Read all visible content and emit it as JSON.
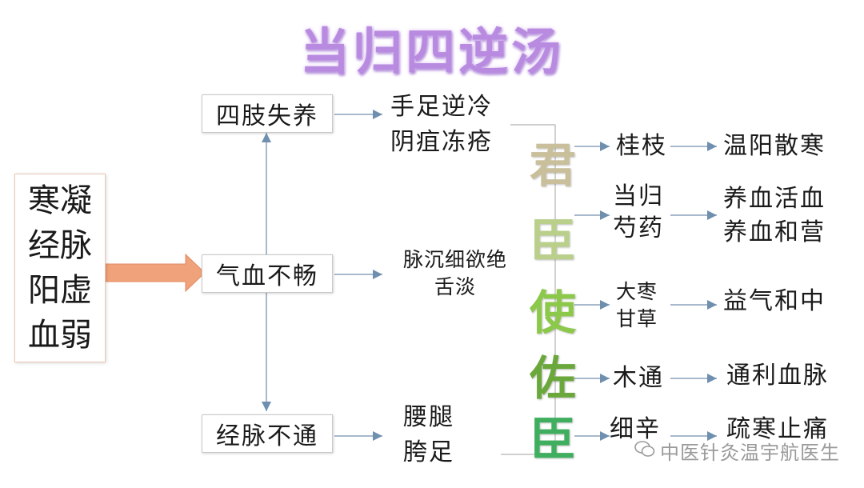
{
  "title": "当归四逆汤",
  "cause": [
    "寒凝",
    "经脉",
    "阳虚",
    "血弱"
  ],
  "mechanisms": {
    "top": "四肢失养",
    "middle": "气血不畅",
    "bottom": "经脉不通"
  },
  "symptoms": {
    "top": [
      "手足逆冷",
      "阴疽冻疮"
    ],
    "middle": [
      "脉沉细欲绝",
      "舌淡"
    ],
    "bottom": [
      "腰腿",
      "胯足"
    ]
  },
  "roles": [
    "君",
    "臣",
    "使",
    "佐",
    "臣"
  ],
  "role_colors": [
    "#c9bf9a",
    "#b9cf8a",
    "#8cc84a",
    "#6aa83c",
    "#3fae5e"
  ],
  "herbs": [
    {
      "names": [
        "桂枝"
      ],
      "effect": [
        "温阳散寒"
      ]
    },
    {
      "names": [
        "当归",
        "芍药"
      ],
      "effect": [
        "养血活血",
        "养血和营"
      ]
    },
    {
      "names": [
        "大枣",
        "甘草"
      ],
      "effect": [
        "益气和中"
      ]
    },
    {
      "names": [
        "木通"
      ],
      "effect": [
        "通利血脉"
      ]
    },
    {
      "names": [
        "细辛"
      ],
      "effect": [
        "疏寒止痛"
      ]
    }
  ],
  "watermark": "中医针灸温宇航医生"
}
